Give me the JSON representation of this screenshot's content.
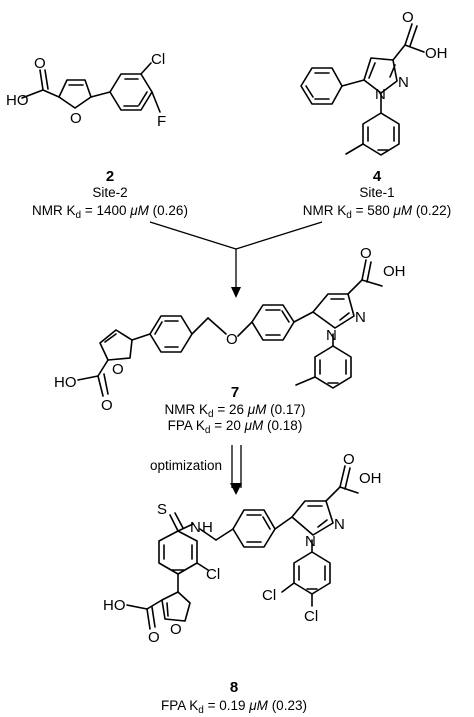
{
  "compounds": [
    {
      "id": "2",
      "site": "Site-2",
      "measurements": [
        {
          "method": "NMR K",
          "sub": "d",
          "rest": " = 1400 ",
          "unit": "μM",
          "tail": " (0.26)"
        }
      ],
      "atoms": {
        "oh": "HO",
        "o_carbonyl": "O",
        "o_ring": "O",
        "cl": "Cl",
        "f": "F"
      }
    },
    {
      "id": "4",
      "site": "Site-1",
      "measurements": [
        {
          "method": "NMR K",
          "sub": "d",
          "rest": " = 580 ",
          "unit": "μM",
          "tail": " (0.22)"
        }
      ],
      "atoms": {
        "oh": "OH",
        "o_carbonyl": "O",
        "n1": "N",
        "n2": "N"
      }
    },
    {
      "id": "7",
      "measurements": [
        {
          "method": "NMR K",
          "sub": "d",
          "rest": " = 26 ",
          "unit": "μM",
          "tail": " (0.17)"
        },
        {
          "method": "FPA K",
          "sub": "d",
          "rest": " = 20 ",
          "unit": "μM",
          "tail": " (0.18)"
        }
      ],
      "atoms": {
        "oh": "OH",
        "o_carbonyl": "O",
        "n1": "N",
        "n2": "N",
        "o_ether": "O",
        "ho": "HO",
        "o_carbonyl_2": "O",
        "o_ring": "O"
      }
    },
    {
      "id": "8",
      "measurements": [
        {
          "method": "FPA K",
          "sub": "d",
          "rest": " = 0.19 ",
          "unit": "μM",
          "tail": " (0.23)"
        }
      ],
      "atoms": {
        "oh": "OH",
        "o_carbonyl": "O",
        "n1": "N",
        "n2": "N",
        "s": "S",
        "nh": "H",
        "nh_n": "N",
        "cl": "Cl",
        "cl_a": "Cl",
        "cl_b": "Cl",
        "ho": "HO",
        "o_carbonyl_2": "O",
        "o_ring": "O"
      }
    }
  ],
  "arrow_label": "optimization"
}
